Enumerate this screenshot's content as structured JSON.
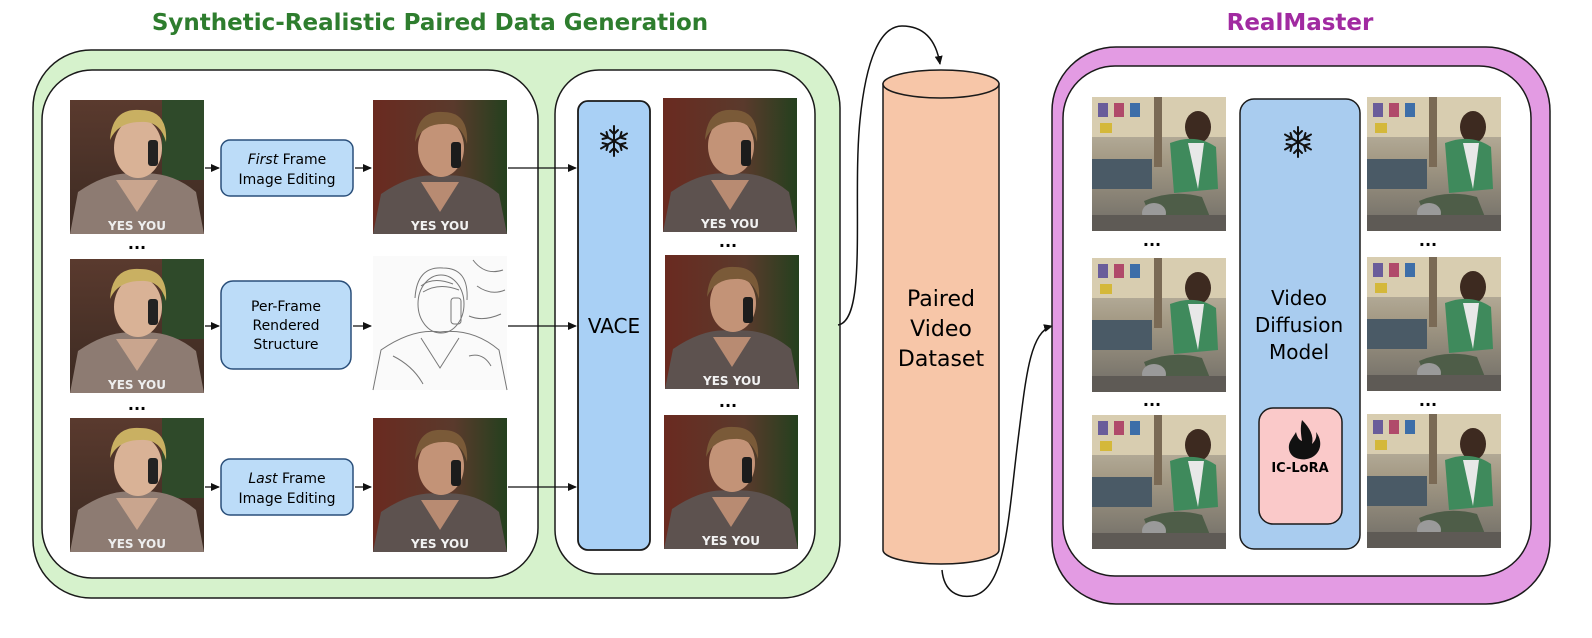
{
  "left_panel": {
    "title": "Synthetic-Realistic Paired Data Generation",
    "title_color": "#2e7d2e",
    "fill": "#d6f2cc",
    "steps": {
      "first": {
        "em": "First",
        "rest": " Frame",
        "line2": "Image Editing"
      },
      "middle": {
        "line1": "Per-Frame",
        "line2": "Rendered",
        "line3": "Structure"
      },
      "last": {
        "em": "Last",
        "rest": " Frame",
        "line2": "Image Editing"
      }
    },
    "model_label": "VACE",
    "model_fill": "#a9d0f5",
    "step_fill": "#bcdcf8",
    "ellipsis": "..."
  },
  "dataset": {
    "line1": "Paired",
    "line2": "Video",
    "line3": "Dataset",
    "fill": "#f7c6a8"
  },
  "right_panel": {
    "title": "RealMaster",
    "title_color": "#a12aa1",
    "fill": "#e39be3",
    "model_line1": "Video",
    "model_line2": "Diffusion",
    "model_line3": "Model",
    "model_fill": "#a9ccef",
    "lora_label": "IC-LoRA",
    "lora_fill": "#fac9c9",
    "snowflake_icon": "snowflake-icon",
    "flame_icon": "flame-icon",
    "ellipsis": "..."
  }
}
